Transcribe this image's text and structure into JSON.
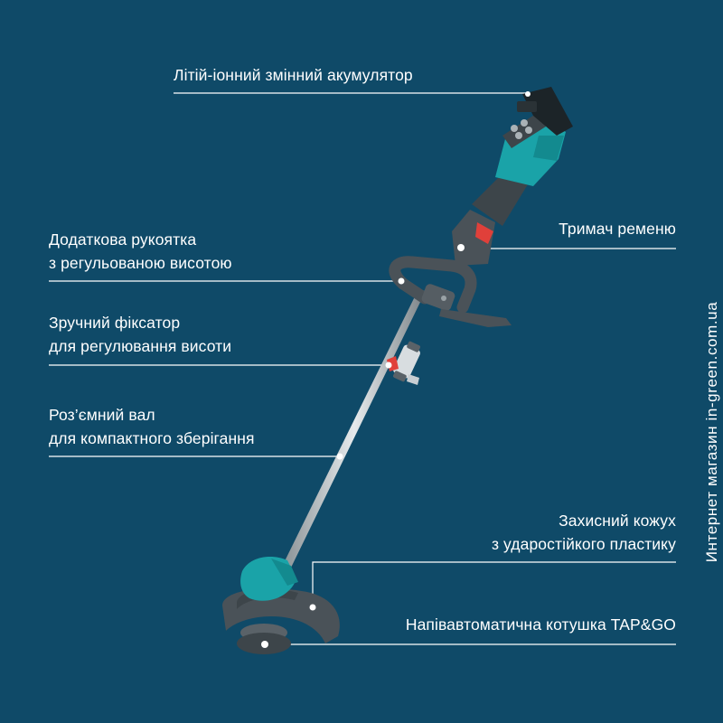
{
  "labels": {
    "battery": "Літій-іонний змінний акумулятор",
    "strap_holder": "Тримач ременю",
    "aux_handle": [
      "Додаткова рукоятка",
      "з регульованою висотою"
    ],
    "height_lock": [
      "Зручний фіксатор",
      "для регулювання висоти"
    ],
    "shaft": [
      "Роз’ємний вал",
      "для компактного зберігання"
    ],
    "guard": [
      "Захисний кожух",
      "з ударостійкого пластику"
    ],
    "spool": "Напівавтоматична котушка TAP&GO"
  },
  "watermark": "Интернет магазин in-green.com.ua",
  "colors": {
    "background": "#0f4a68",
    "accent_teal": "#1aa3a8",
    "body_gray": "#4a5258",
    "accent_red": "#e0403a"
  }
}
